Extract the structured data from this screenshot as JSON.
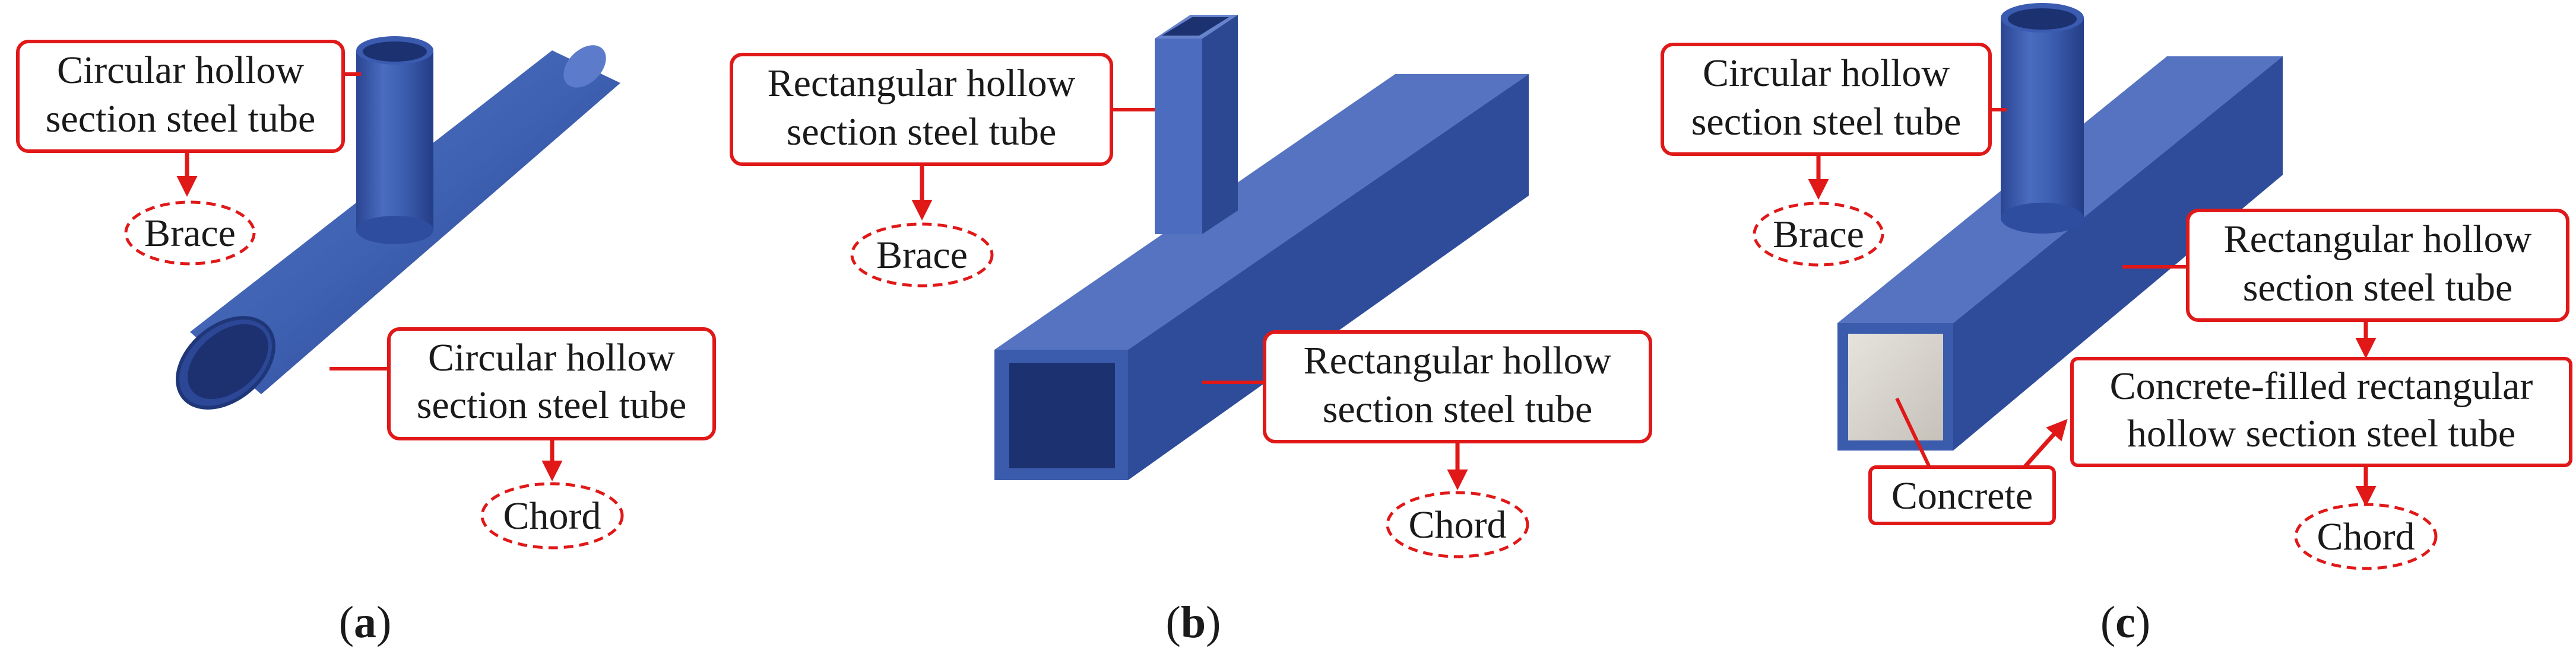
{
  "colors": {
    "steel": "#3f61b2",
    "steel_dark": "#243d86",
    "steel_light": "#6a88cf",
    "callout": "#e01818",
    "concrete": "#d6d3cc"
  },
  "panels": [
    {
      "subcaption": {
        "open": "(",
        "letter": "a",
        "close": ")"
      },
      "brace_tube": {
        "line1": "Circular hollow",
        "line2": "section steel tube"
      },
      "brace_label": "Brace",
      "chord_tube": {
        "line1": "Circular hollow",
        "line2": "section steel tube"
      },
      "chord_label": "Chord"
    },
    {
      "subcaption": {
        "open": "(",
        "letter": "b",
        "close": ")"
      },
      "brace_tube": {
        "line1": "Rectangular hollow",
        "line2": "section steel tube"
      },
      "brace_label": "Brace",
      "chord_tube": {
        "line1": "Rectangular hollow",
        "line2": "section steel tube"
      },
      "chord_label": "Chord"
    },
    {
      "subcaption": {
        "open": "(",
        "letter": "c",
        "close": ")"
      },
      "brace_tube": {
        "line1": "Circular hollow",
        "line2": "section steel tube"
      },
      "brace_label": "Brace",
      "chord_tube": {
        "line1": "Rectangular hollow",
        "line2": "section steel tube"
      },
      "infill_tube": {
        "line1": "Concrete-filled rectangular",
        "line2": "hollow section steel tube"
      },
      "concrete_label": "Concrete",
      "chord_label": "Chord"
    }
  ]
}
